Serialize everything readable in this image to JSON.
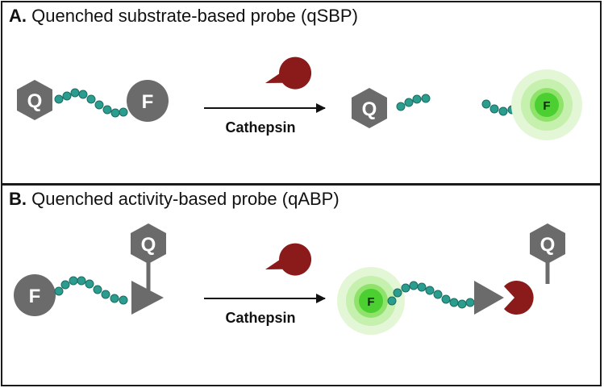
{
  "panel_a": {
    "letter": "A.",
    "title": "Quenched substrate-based probe (qSBP)",
    "quencher_label": "Q",
    "fluorophore_label": "F",
    "arrow_label": "Cathepsin"
  },
  "panel_b": {
    "letter": "B.",
    "title": "Quenched activity-based probe (qABP)",
    "quencher_label": "Q",
    "fluorophore_label": "F",
    "arrow_label": "Cathepsin"
  },
  "colors": {
    "gray_shape": "#6b6b6b",
    "bead": "#2a9d8f",
    "bead_dark": "#1d6b62",
    "enzyme": "#8b1a1a",
    "glow_outer": "#d9f5c6",
    "glow_mid": "#b4ec98",
    "glow_inner": "#6fdc4c",
    "glow_core": "#3fcc2a"
  }
}
